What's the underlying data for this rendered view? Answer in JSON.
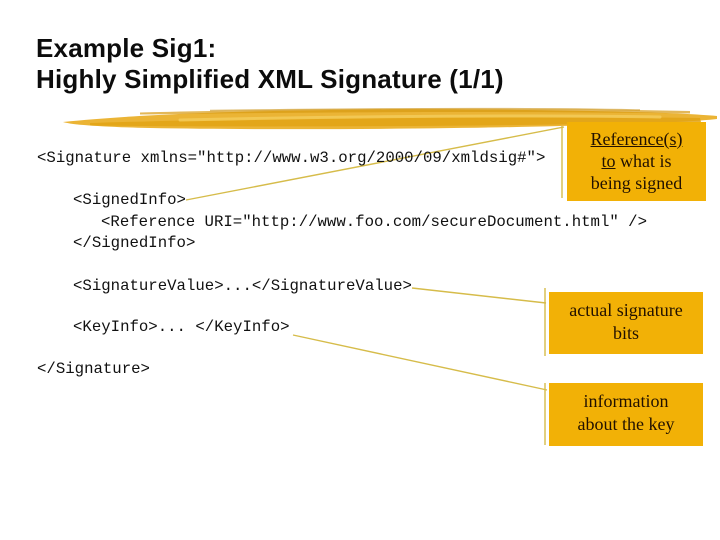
{
  "slide": {
    "title_line1": "Example Sig1:",
    "title_line2": "Highly Simplified XML Signature (1/1)"
  },
  "code": {
    "lines": [
      "<Signature xmlns=\"http://www.w3.org/2000/09/xmldsig#\">",
      "<SignedInfo>",
      "<Reference URI=\"http://www.foo.com/secureDocument.html\" />",
      "</SignedInfo>",
      "<SignatureValue>...</SignatureValue>",
      "<KeyInfo>... </KeyInfo>",
      "</Signature>"
    ]
  },
  "callouts": {
    "reference": {
      "line1": "Reference(s)",
      "line2_underlined": "to",
      "line2_rest": "what is",
      "line3": "being signed"
    },
    "signature": {
      "line1": "actual signature",
      "line2": "bits"
    },
    "keyinfo": {
      "line1": "information",
      "line2": "about the key"
    }
  },
  "colors": {
    "box_fill": "#F2B106",
    "highlighter_main": "#EAB02A",
    "highlighter_mid": "#E2A314",
    "highlighter_dark": "#D79A12",
    "leader_line": "#D6BC4A",
    "text": "#111111"
  }
}
